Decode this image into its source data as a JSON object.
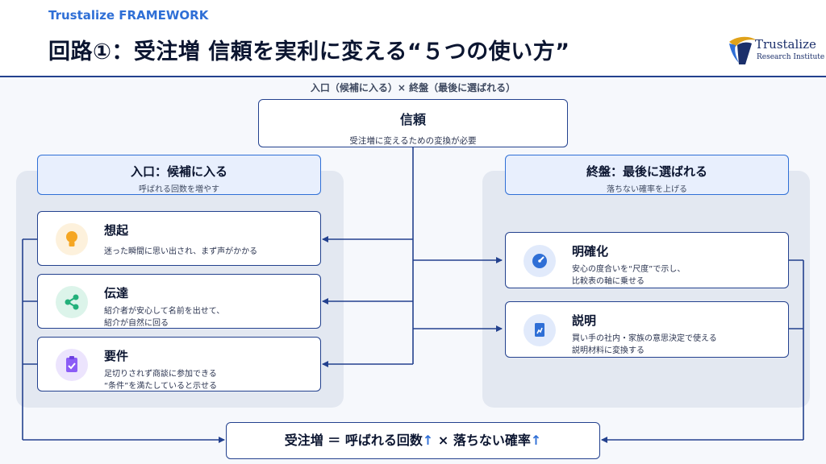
{
  "header": {
    "brand": "Trustalize FRAMEWORK",
    "title": "回路①：受注増 信頼を実利に変える“５つの使い方”",
    "logo_name": "Trustalize",
    "logo_sub": "Research Institute"
  },
  "top_label": "入口（候補に入る）× 終盤（最後に選ばれる）",
  "trust": {
    "title": "信頼",
    "desc": "受注増に変えるための変換が必要"
  },
  "left": {
    "title": "入口：候補に入る",
    "subtitle": "呼ばれる回数を増やす",
    "cards": [
      {
        "title": "想起",
        "desc": "迷った瞬間に思い出され、まず声がかかる",
        "icon": "lightbulb-icon"
      },
      {
        "title": "伝達",
        "desc": "紹介者が安心して名前を出せて、\n紹介が自然に回る",
        "icon": "share-icon"
      },
      {
        "title": "要件",
        "desc": "足切りされず商談に参加できる\n“条件”を満たしていると示せる",
        "icon": "clipboard-check-icon"
      }
    ]
  },
  "right": {
    "title": "終盤：最後に選ばれる",
    "subtitle": "落ちない確率を上げる",
    "cards": [
      {
        "title": "明確化",
        "desc": "安心の度合いを“尺度”で示し、\n比較表の軸に乗せる",
        "icon": "gauge-icon"
      },
      {
        "title": "説明",
        "desc": "買い手の社内・家族の意思決定で使える\n説明材料に変換する",
        "icon": "document-chart-icon"
      }
    ]
  },
  "formula": {
    "lhs": "受注増",
    "eq": "＝",
    "term1": "呼ばれる回数",
    "times": "×",
    "term2": "落ちない確率",
    "up": "↑"
  },
  "colors": {
    "navy": "#23418e",
    "accent": "#2f6fd6",
    "idea": "#f5a623",
    "share": "#22b07a",
    "check": "#8b5cf6",
    "gauge": "#2f6fd6"
  }
}
